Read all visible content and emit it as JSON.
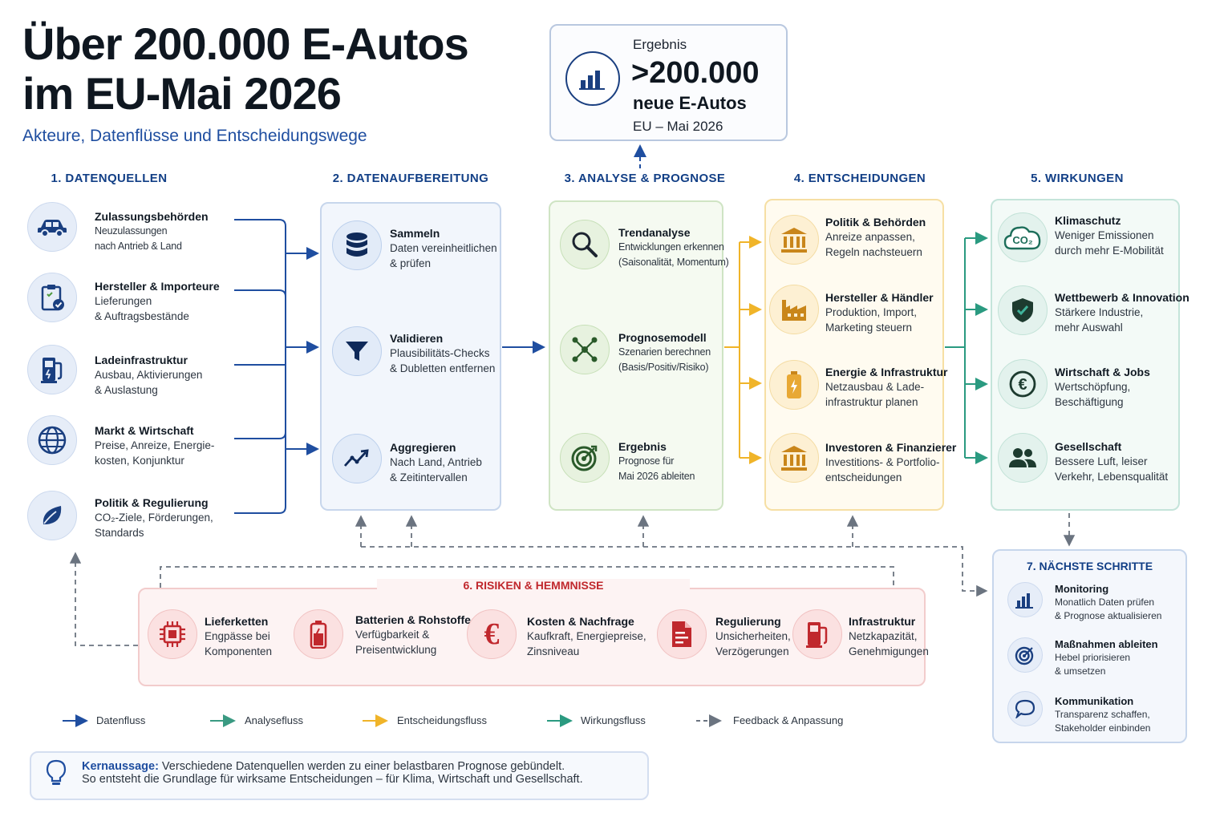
{
  "header": {
    "title_line1": "Über 200.000 E-Autos",
    "title_line2": "im EU-Mai 2026",
    "subtitle": "Akteure, Datenflüsse und Entscheidungswege"
  },
  "result": {
    "label": "Ergebnis",
    "value": ">200.000",
    "unit": "neue E-Autos",
    "period": "EU – Mai 2026",
    "icon": "bar-chart-icon"
  },
  "columns": {
    "sources": "1. DATENQUELLEN",
    "prep": "2. DATENAUFBEREITUNG",
    "analysis": "3. ANALYSE & PROGNOSE",
    "decisions": "4. ENTSCHEIDUNGEN",
    "impacts": "5. WIRKUNGEN"
  },
  "sources": [
    {
      "title": "Zulassungsbehörden",
      "line1": "Neuzulassungen",
      "line2": "nach Antrieb & Land",
      "icon": "car-icon"
    },
    {
      "title": "Hersteller & Importeure",
      "line1": "Lieferungen",
      "line2": "& Auftragsbestände",
      "icon": "clipboard-check-icon"
    },
    {
      "title": "Ladeinfrastruktur",
      "line1": "Ausbau, Aktivierungen",
      "line2": "& Auslastung",
      "icon": "charging-station-icon"
    },
    {
      "title": "Markt & Wirtschaft",
      "line1": "Preise, Anreize, Energie-",
      "line2": "kosten, Konjunktur",
      "icon": "globe-icon"
    },
    {
      "title": "Politik & Regulierung",
      "line1": "CO₂-Ziele, Förderungen,",
      "line2": "Standards",
      "icon": "leaf-icon"
    }
  ],
  "prep": [
    {
      "title": "Sammeln",
      "line1": "Daten vereinheitlichen",
      "line2": "& prüfen",
      "icon": "database-icon"
    },
    {
      "title": "Validieren",
      "line1": "Plausibilitäts-Checks",
      "line2": "& Dubletten entfernen",
      "icon": "filter-icon"
    },
    {
      "title": "Aggregieren",
      "line1": "Nach Land, Antrieb",
      "line2": "& Zeitintervallen",
      "icon": "trend-line-icon"
    }
  ],
  "analysis": [
    {
      "title": "Trendanalyse",
      "line1": "Entwicklungen erkennen",
      "line2": "(Saisonalität, Momentum)",
      "icon": "magnifier-icon"
    },
    {
      "title": "Prognosemodell",
      "line1": "Szenarien berechnen",
      "line2": "(Basis/Positiv/Risiko)",
      "icon": "network-icon"
    },
    {
      "title": "Ergebnis",
      "line1": "Prognose für",
      "line2": "Mai 2026 ableiten",
      "icon": "target-icon"
    }
  ],
  "decisions": [
    {
      "title": "Politik & Behörden",
      "line1": "Anreize anpassen,",
      "line2": "Regeln nachsteuern",
      "icon": "government-building-icon"
    },
    {
      "title": "Hersteller & Händler",
      "line1": "Produktion, Import,",
      "line2": "Marketing steuern",
      "icon": "factory-icon"
    },
    {
      "title": "Energie & Infrastruktur",
      "line1": "Netzausbau & Lade-",
      "line2": "infrastruktur planen",
      "icon": "battery-icon"
    },
    {
      "title": "Investoren & Finanzierer",
      "line1": "Investitions- & Portfolio-",
      "line2": "entscheidungen",
      "icon": "bank-icon"
    }
  ],
  "impacts": [
    {
      "title": "Klimaschutz",
      "line1": "Weniger Emissionen",
      "line2": "durch mehr E-Mobilität",
      "icon": "co2-cloud-icon",
      "badge": "CO₂"
    },
    {
      "title": "Wettbewerb & Innovation",
      "line1": "Stärkere Industrie,",
      "line2": "mehr Auswahl",
      "icon": "shield-check-icon"
    },
    {
      "title": "Wirtschaft & Jobs",
      "line1": "Wertschöpfung,",
      "line2": "Beschäftigung",
      "icon": "euro-icon",
      "badge": "€"
    },
    {
      "title": "Gesellschaft",
      "line1": "Bessere Luft, leiser",
      "line2": "Verkehr, Lebensqualität",
      "icon": "people-icon"
    }
  ],
  "risks": {
    "title": "6. RISIKEN & HEMMNISSE",
    "items": [
      {
        "title": "Lieferketten",
        "line1": "Engpässe bei",
        "line2": "Komponenten",
        "icon": "chip-icon"
      },
      {
        "title": "Batterien & Rohstoffe",
        "line1": "Verfügbarkeit &",
        "line2": "Preisentwicklung",
        "icon": "battery-icon"
      },
      {
        "title": "Kosten & Nachfrage",
        "line1": "Kaufkraft, Energiepreise,",
        "line2": "Zinsniveau",
        "icon": "euro-icon",
        "badge": "€"
      },
      {
        "title": "Regulierung",
        "line1": "Unsicherheiten,",
        "line2": "Verzögerungen",
        "icon": "document-icon"
      },
      {
        "title": "Infrastruktur",
        "line1": "Netzkapazität,",
        "line2": "Genehmigungen",
        "icon": "fuel-pump-icon"
      }
    ]
  },
  "next_steps": {
    "title": "7. NÄCHSTE SCHRITTE",
    "items": [
      {
        "title": "Monitoring",
        "line1": "Monatlich Daten prüfen",
        "line2": "& Prognose aktualisieren",
        "icon": "bar-chart-icon"
      },
      {
        "title": "Maßnahmen ableiten",
        "line1": "Hebel priorisieren",
        "line2": "& umsetzen",
        "icon": "target-icon"
      },
      {
        "title": "Kommunikation",
        "line1": "Transparenz schaffen,",
        "line2": "Stakeholder einbinden",
        "icon": "speech-bubble-icon"
      }
    ]
  },
  "legend": [
    {
      "label": "Datenfluss",
      "color": "#1f4ea0",
      "dashed": false
    },
    {
      "label": "Analysefluss",
      "color": "#3a9a82",
      "dashed": false
    },
    {
      "label": "Entscheidungsfluss",
      "color": "#f0b429",
      "dashed": false
    },
    {
      "label": "Wirkungsfluss",
      "color": "#2a9a80",
      "dashed": false
    },
    {
      "label": "Feedback & Anpassung",
      "color": "#6b7480",
      "dashed": true
    }
  ],
  "key_message": {
    "bold": "Kernaussage:",
    "line1": " Verschiedene Datenquellen werden zu einer belastbaren Prognose gebündelt.",
    "line2": "So entsteht die Grundlage für wirksame Entscheidungen – für Klima, Wirtschaft und Gesellschaft.",
    "icon": "lightbulb-icon"
  },
  "colors": {
    "navy": "#123f86",
    "data_flow": "#1f4ea0",
    "analysis_green": "#4f9a3e",
    "decision_yellow": "#f0b429",
    "impact_teal": "#2a9a80",
    "risk_red": "#c0282d",
    "feedback_gray": "#6b7480"
  }
}
